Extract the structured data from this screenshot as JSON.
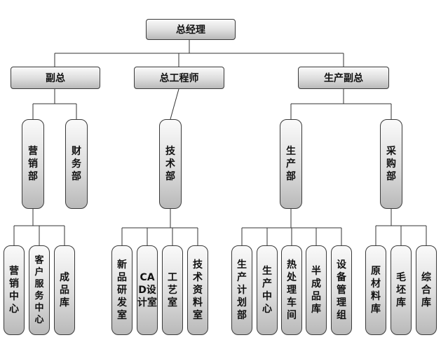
{
  "org_chart": {
    "root": "总经理",
    "level1": [
      {
        "key": "vp",
        "label": "副总"
      },
      {
        "key": "chief",
        "label": "总工程师"
      },
      {
        "key": "prod_vp",
        "label": "生产副总"
      }
    ],
    "level2": [
      {
        "key": "sales",
        "label": "营销部",
        "parent": "vp"
      },
      {
        "key": "finance",
        "label": "财务部",
        "parent": "vp"
      },
      {
        "key": "tech",
        "label": "技术部",
        "parent": "chief"
      },
      {
        "key": "production",
        "label": "生产部",
        "parent": "prod_vp"
      },
      {
        "key": "purchase",
        "label": "采购部",
        "parent": "prod_vp"
      }
    ],
    "level3": [
      {
        "label": "营销中心",
        "parent": "sales"
      },
      {
        "label": "客户服务中心",
        "parent": "sales"
      },
      {
        "label": "成品库",
        "parent": "sales"
      },
      {
        "label": "新品研发室",
        "parent": "tech"
      },
      {
        "label": "CAD设计室",
        "parent": "tech"
      },
      {
        "label": "工艺室",
        "parent": "tech"
      },
      {
        "label": "技术资料室",
        "parent": "tech"
      },
      {
        "label": "生产计划部",
        "parent": "production"
      },
      {
        "label": "生产中心",
        "parent": "production"
      },
      {
        "label": "热处理车间",
        "parent": "production"
      },
      {
        "label": "半成品库",
        "parent": "production"
      },
      {
        "label": "设备管理组",
        "parent": "production"
      },
      {
        "label": "原材料库",
        "parent": "purchase"
      },
      {
        "label": "毛坯库",
        "parent": "purchase"
      },
      {
        "label": "综合库",
        "parent": "purchase"
      }
    ]
  }
}
